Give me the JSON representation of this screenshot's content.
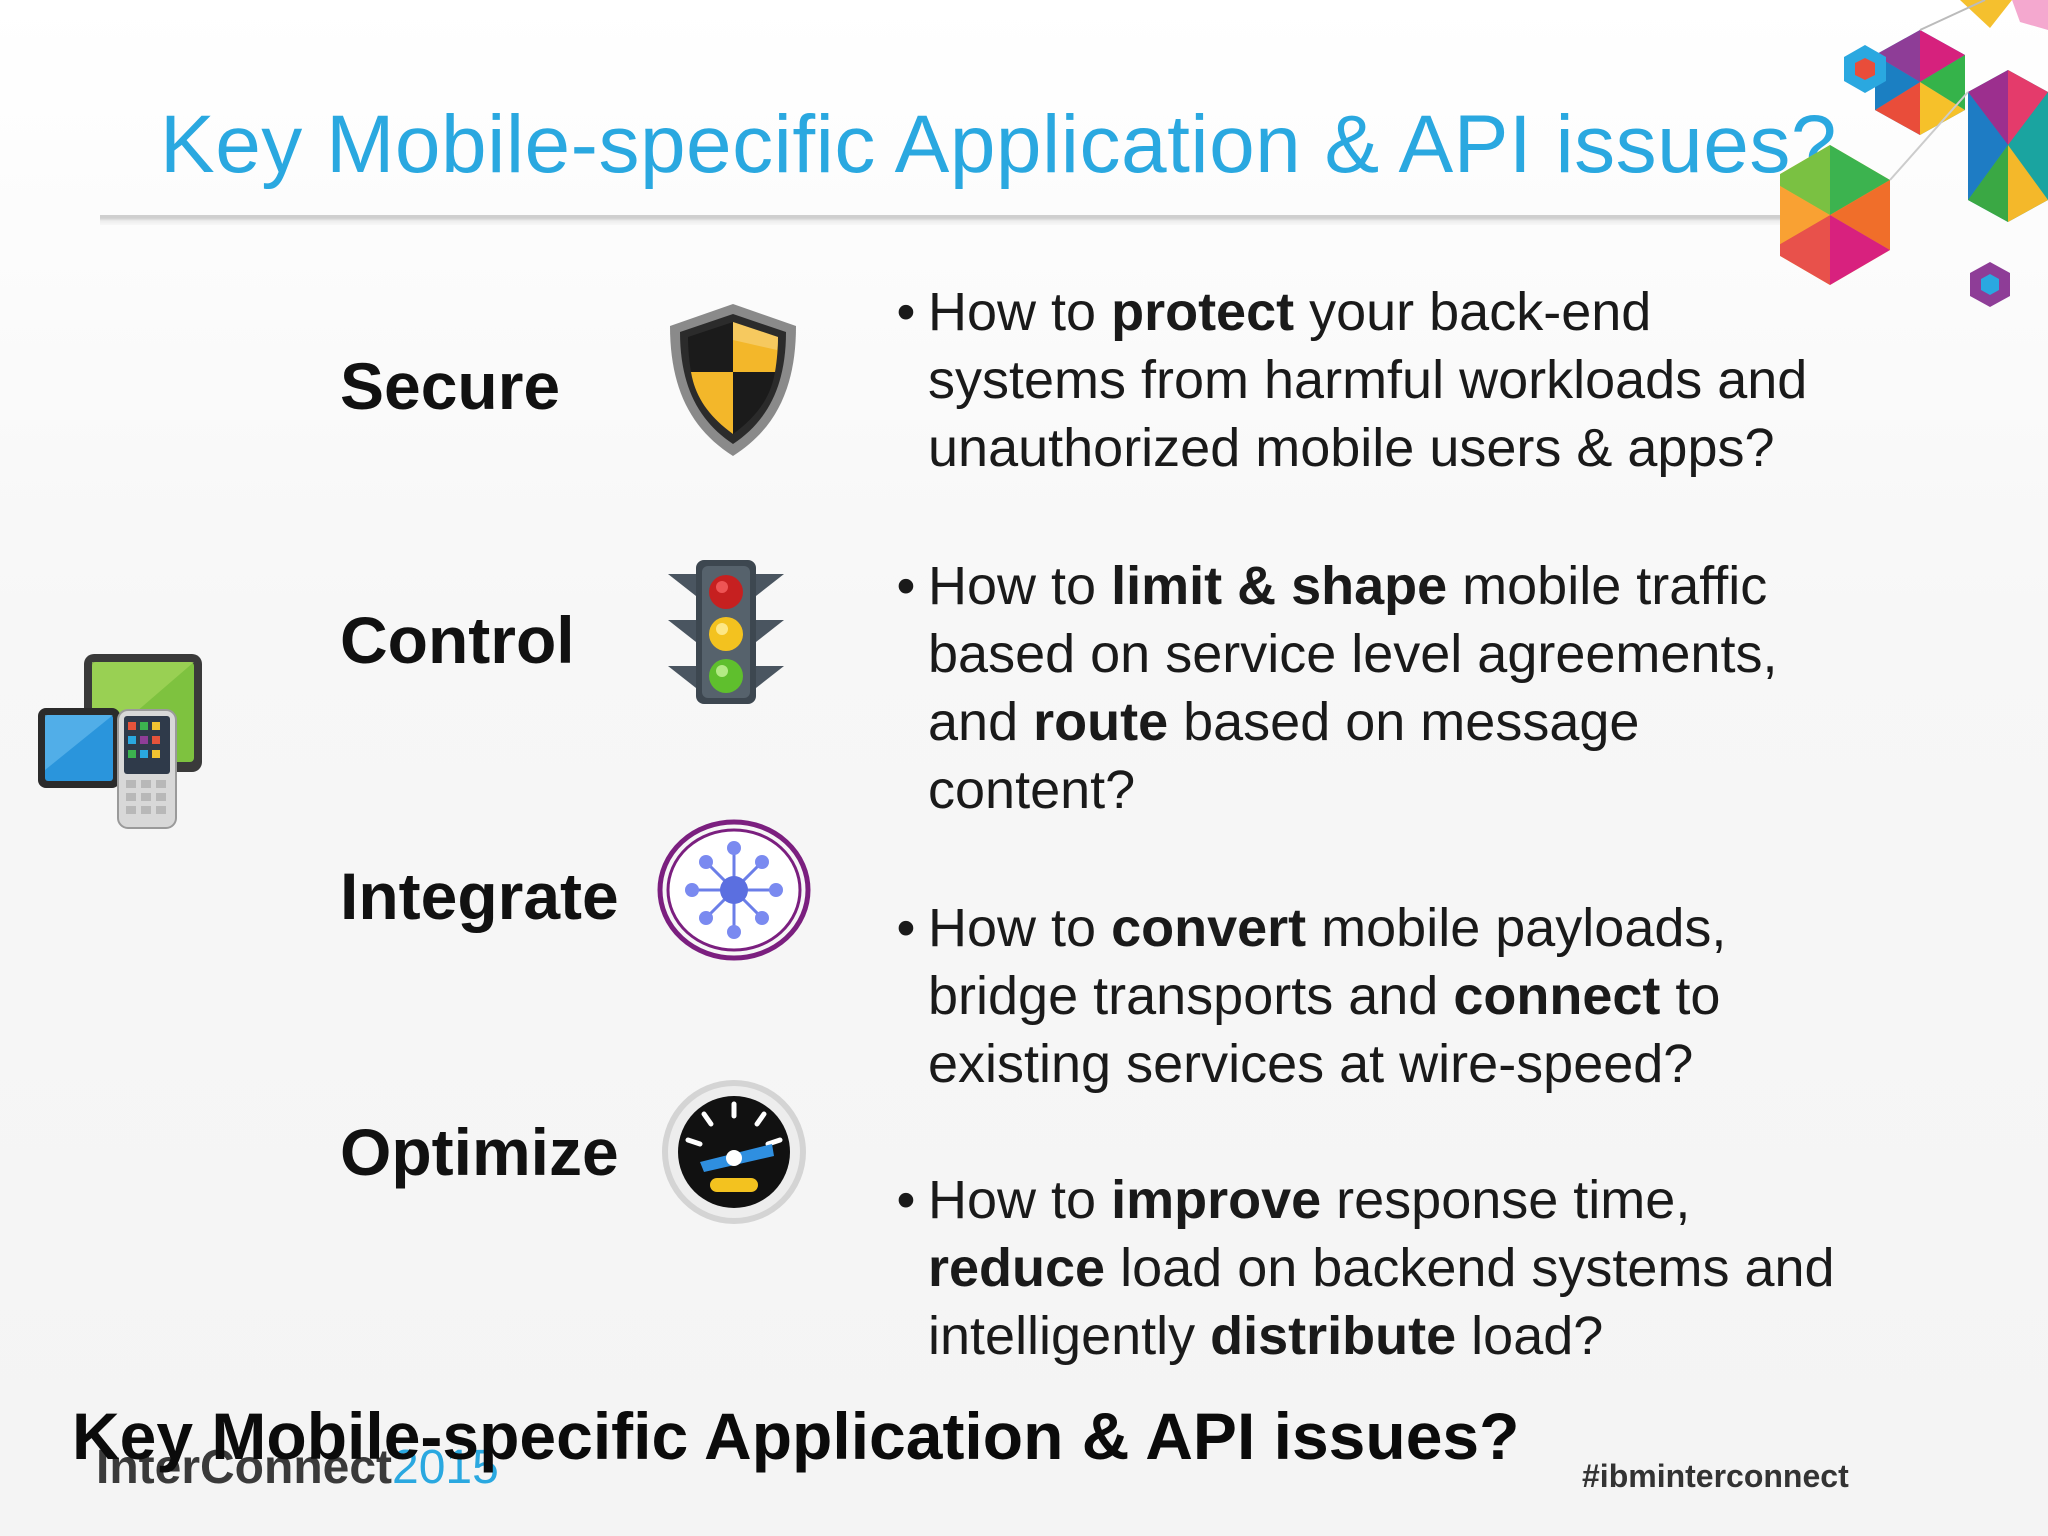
{
  "slide": {
    "title": "Key Mobile-specific Application & API issues?",
    "caption": "Key Mobile-specific Application & API issues?",
    "brand_main": "InterConnect",
    "brand_year": "2015",
    "hashtag": "#ibminterconnect",
    "title_color": "#2aa8e0"
  },
  "pillars": [
    {
      "label": "Secure",
      "icon": "shield-icon"
    },
    {
      "label": "Control",
      "icon": "traffic-light-icon"
    },
    {
      "label": "Integrate",
      "icon": "hub-network-icon"
    },
    {
      "label": "Optimize",
      "icon": "speedometer-icon"
    }
  ],
  "bullets": [
    {
      "lines": [
        [
          "How to ",
          {
            "b": "protect"
          },
          " your back-end"
        ],
        [
          "systems from harmful workloads and"
        ],
        [
          "unauthorized mobile users & apps?"
        ]
      ]
    },
    {
      "lines": [
        [
          "How to ",
          {
            "b": "limit & shape"
          },
          " mobile traffic"
        ],
        [
          "based on service level agreements,"
        ],
        [
          "and ",
          {
            "b": "route"
          },
          " based on message"
        ],
        [
          "content?"
        ]
      ]
    },
    {
      "lines": [
        [
          "How to ",
          {
            "b": "convert"
          },
          " mobile payloads,"
        ],
        [
          "bridge transports and ",
          {
            "b": "connect"
          },
          " to"
        ],
        [
          "existing services at wire-speed?"
        ]
      ]
    },
    {
      "lines": [
        [
          "How to ",
          {
            "b": "improve"
          },
          " response time,"
        ],
        [
          {
            "b": "reduce"
          },
          " load on backend systems and"
        ],
        [
          "intelligently ",
          {
            "b": "distribute"
          },
          " load?"
        ]
      ]
    }
  ],
  "bullet_symbol": "•",
  "decor": {
    "device_icon": "mobile-devices-icon",
    "corner_art": "hexagon-cluster-icon"
  }
}
